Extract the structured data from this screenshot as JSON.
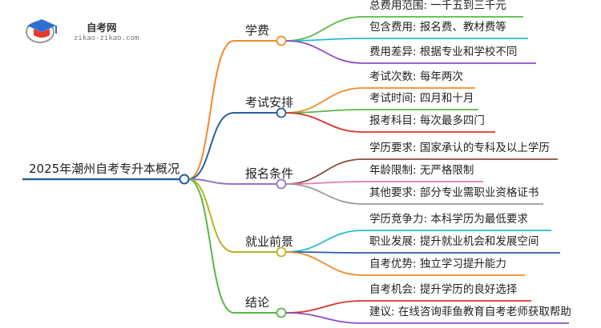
{
  "logo": {
    "title": "自考网",
    "url": "zikao-zikao.com",
    "colors": {
      "red": "#e8382f",
      "blue": "#2a6fd6",
      "gray": "#9a9a9a"
    }
  },
  "mindmap": {
    "root": {
      "label": "2025年潮州自考专升本概况",
      "color": "#2a5e9e"
    },
    "branches": [
      {
        "label": "学费",
        "color": "#f08b2a",
        "leaves": [
          {
            "label": "总费用范围: 一千五到三千元",
            "color": "#57b944"
          },
          {
            "label": "包含费用: 报名费、教材费等",
            "color": "#1fbfd0"
          },
          {
            "label": "费用差异: 根据专业和学校不同",
            "color": "#8a4ec0"
          }
        ]
      },
      {
        "label": "考试安排",
        "color": "#2b5f9e",
        "leaves": [
          {
            "label": "考试次数: 每年两次",
            "color": "#f08b2a"
          },
          {
            "label": "考试时间: 四月和十月",
            "color": "#57b944"
          },
          {
            "label": "报考科目: 每次最多四门",
            "color": "#d8352a"
          }
        ]
      },
      {
        "label": "报名条件",
        "color": "#9a6fc2",
        "leaves": [
          {
            "label": "学历要求: 国家承认的专科及以上学历",
            "color": "#8b4a3c"
          },
          {
            "label": "年龄限制: 无严格限制",
            "color": "#e07ab8"
          },
          {
            "label": "其他要求: 部分专业需职业资格证书",
            "color": "#9a9a9a"
          }
        ]
      },
      {
        "label": "就业前景",
        "color": "#b9b320",
        "leaves": [
          {
            "label": "学历竞争力: 本科学历为最低要求",
            "color": "#1fbfd0"
          },
          {
            "label": "职业发展: 提升就业机会和发展空间",
            "color": "#2b5f9e"
          },
          {
            "label": "自考优势: 独立学习提升能力",
            "color": "#f08b2a"
          }
        ]
      },
      {
        "label": "结论",
        "color": "#57b944",
        "leaves": [
          {
            "label": "自考机会: 提升学历的良好选择",
            "color": "#d8352a"
          },
          {
            "label": "建议: 在线咨询菲鱼教育自考老师获取帮助",
            "color": "#8a4ec0"
          }
        ]
      }
    ]
  }
}
